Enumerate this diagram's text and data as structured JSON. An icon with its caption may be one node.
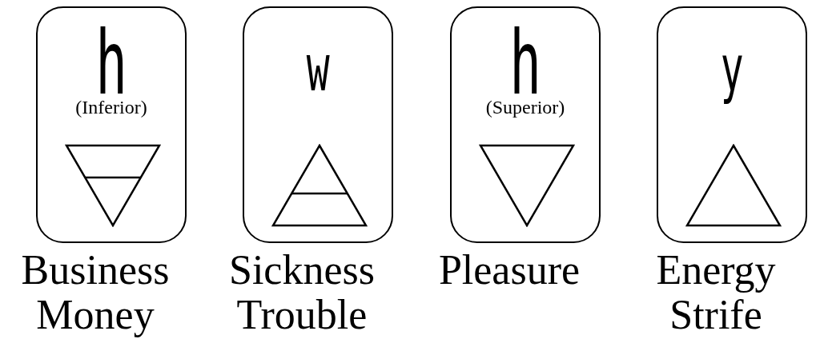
{
  "diagram": {
    "nodes": [
      {
        "text": [
          "h",
          "(Inferior)"
        ],
        "beside": [
          "Business Money"
        ]
      },
      {
        "text": [
          "w"
        ],
        "beside": [
          "Sickness Trouble"
        ]
      },
      {
        "text": [
          "h",
          "(Superior)"
        ],
        "beside": [
          "Pleasure"
        ]
      },
      {
        "text": [
          "y"
        ],
        "beside": [
          "Energy Strife"
        ]
      }
    ]
  }
}
